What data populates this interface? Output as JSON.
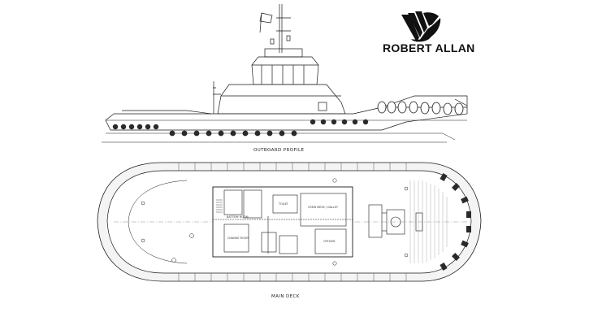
{
  "brand": {
    "name": "ROBERT ALLAN",
    "logo_icon": "robert-allan-logo-icon"
  },
  "views": {
    "profile_caption": "OUTBOARD PROFILE",
    "plan_caption": "MAIN DECK"
  },
  "rooms": {
    "battery_room": "BATTERY ROOM",
    "toilet": "TOILET",
    "crew_mess": "CREW MESS / GALLEY",
    "officer": "OFFICER",
    "change_room": "CHANGE ROOM"
  },
  "colors": {
    "line": "#1a1a1a",
    "fender": "#2a2a2a",
    "grey": "#9a9a9a"
  }
}
